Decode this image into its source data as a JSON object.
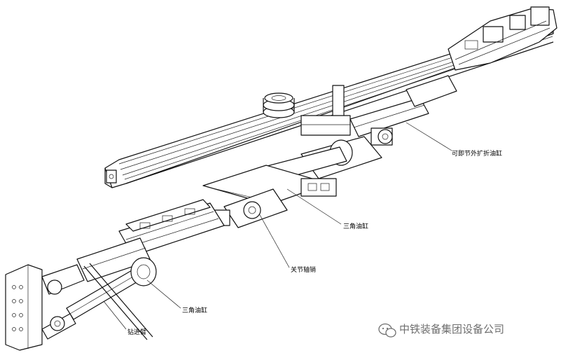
{
  "labels": {
    "telescopic_cylinder": "可即节外扩折油缸",
    "triangle_cylinder_top": "三角油缸",
    "joint_pin": "关节轴销",
    "triangle_cylinder_bottom": "三角油缸",
    "boom": "钻进臂"
  },
  "watermark": {
    "text": "中铁装备集团设备公司",
    "icon": "wechat-icon"
  },
  "colors": {
    "line": "#111111",
    "watermark": "#6f6f6f"
  }
}
